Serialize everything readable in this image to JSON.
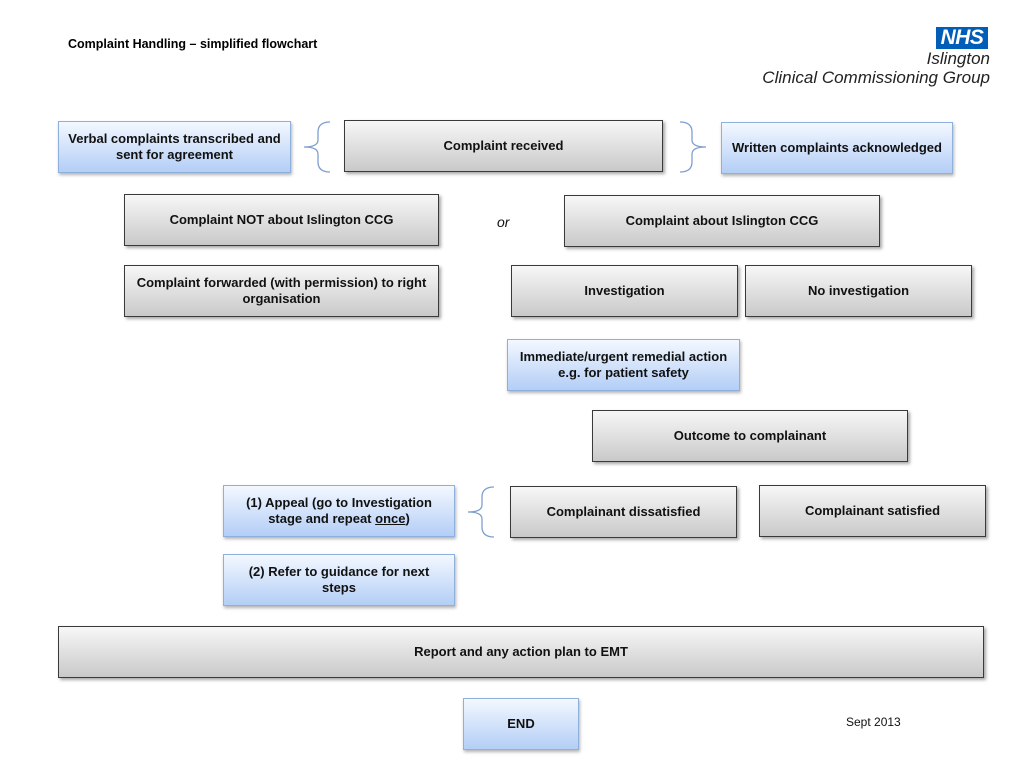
{
  "header": {
    "title": "Complaint Handling – simplified flowchart",
    "logo_badge": "NHS",
    "logo_line1": "Islington",
    "logo_line2": "Clinical Commissioning Group"
  },
  "boxes": {
    "verbal": "Verbal complaints transcribed and sent for agreement",
    "received": "Complaint received",
    "written": "Written complaints acknowledged",
    "not_about": "Complaint NOT about Islington CCG",
    "or_label": "or",
    "about": "Complaint about Islington CCG",
    "forwarded": "Complaint forwarded (with permission) to right organisation",
    "investigation": "Investigation",
    "no_investigation": "No investigation",
    "remedial": "Immediate/urgent remedial action e.g. for patient safety",
    "outcome": "Outcome to complainant",
    "appeal_prefix": "(1) Appeal (go to Investigation stage and repeat ",
    "appeal_emph": "once",
    "appeal_suffix": ")",
    "dissatisfied": "Complainant dissatisfied",
    "satisfied": "Complainant satisfied",
    "refer": "(2) Refer to guidance for next steps",
    "report": "Report and any action plan to EMT",
    "end": "END"
  },
  "footer": {
    "date": "Sept 2013"
  },
  "colors": {
    "nhs_blue": "#005eb8",
    "blue_box_border": "#8fb0dd",
    "brace": "#7f9fd0"
  }
}
